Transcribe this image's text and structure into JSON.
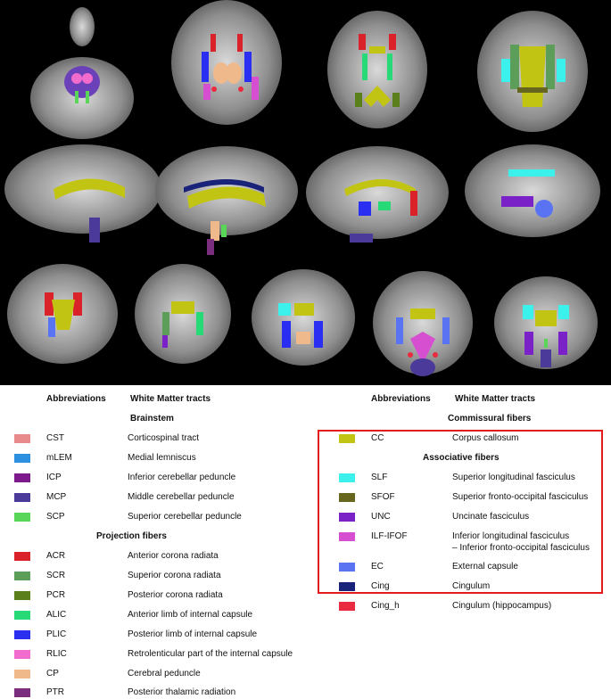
{
  "colors": {
    "highlight_border": "#e31b1b",
    "panel_background": "#000000",
    "CST": "#e8898c",
    "mLEM": "#2d8fe0",
    "ICP": "#7e1b8c",
    "MCP": "#4b3a9a",
    "SCP": "#59d657",
    "ACR": "#d9222a",
    "SCR": "#5c9e59",
    "PCR": "#5b7f1a",
    "ALIC": "#28d978",
    "PLIC": "#2a2ef0",
    "RLIC": "#f26ccd",
    "CP": "#efb98c",
    "PTR": "#7b2d7e",
    "CC": "#c2c414",
    "SLF": "#3cf0ec",
    "SFOF": "#66661e",
    "UNC": "#7a22c7",
    "ILF-IFOF": "#d64fd0",
    "EC": "#5a73f2",
    "Cing": "#1a237a",
    "Cing_h": "#ea2a3e"
  },
  "left_table": {
    "header_abbrev": "Abbreviations",
    "header_tracts": "White Matter tracts",
    "groups": [
      {
        "title": "Brainstem",
        "items": [
          {
            "abbr": "CST",
            "name": "Corticospinal tract"
          },
          {
            "abbr": "mLEM",
            "name": "Medial lemniscus"
          },
          {
            "abbr": "ICP",
            "name": "Inferior cerebellar peduncle"
          },
          {
            "abbr": "MCP",
            "name": "Middle cerebellar peduncle"
          },
          {
            "abbr": "SCP",
            "name": "Superior cerebellar peduncle"
          }
        ]
      },
      {
        "title": "Projection fibers",
        "items": [
          {
            "abbr": "ACR",
            "name": "Anterior corona radiata"
          },
          {
            "abbr": "SCR",
            "name": "Superior corona radiata"
          },
          {
            "abbr": "PCR",
            "name": "Posterior corona radiata"
          },
          {
            "abbr": "ALIC",
            "name": "Anterior limb of internal capsule"
          },
          {
            "abbr": "PLIC",
            "name": "Posterior limb of internal capsule"
          },
          {
            "abbr": "RLIC",
            "name": "Retrolenticular part of the internal capsule"
          },
          {
            "abbr": "CP",
            "name": "Cerebral peduncle"
          },
          {
            "abbr": "PTR",
            "name": "Posterior thalamic radiation"
          }
        ]
      }
    ]
  },
  "right_table": {
    "header_abbrev": "Abbreviations",
    "header_tracts": "White Matter tracts",
    "groups": [
      {
        "title": "Commissural fibers",
        "items": [
          {
            "abbr": "CC",
            "name": "Corpus callosum"
          }
        ]
      },
      {
        "title": "Associative fibers",
        "items": [
          {
            "abbr": "SLF",
            "name": "Superior longitudinal fasciculus"
          },
          {
            "abbr": "SFOF",
            "name": "Superior fronto-occipital fasciculus"
          },
          {
            "abbr": "UNC",
            "name": "Uncinate fasciculus"
          },
          {
            "abbr": "ILF-IFOF",
            "name": "Inferior longitudinal fasciculus",
            "name2": "– Inferior fronto-occipital fasciculus"
          },
          {
            "abbr": "EC",
            "name": "External capsule"
          },
          {
            "abbr": "Cing",
            "name": "Cingulum"
          },
          {
            "abbr": "Cing_h",
            "name": "Cingulum (hippocampus)"
          }
        ]
      }
    ]
  }
}
